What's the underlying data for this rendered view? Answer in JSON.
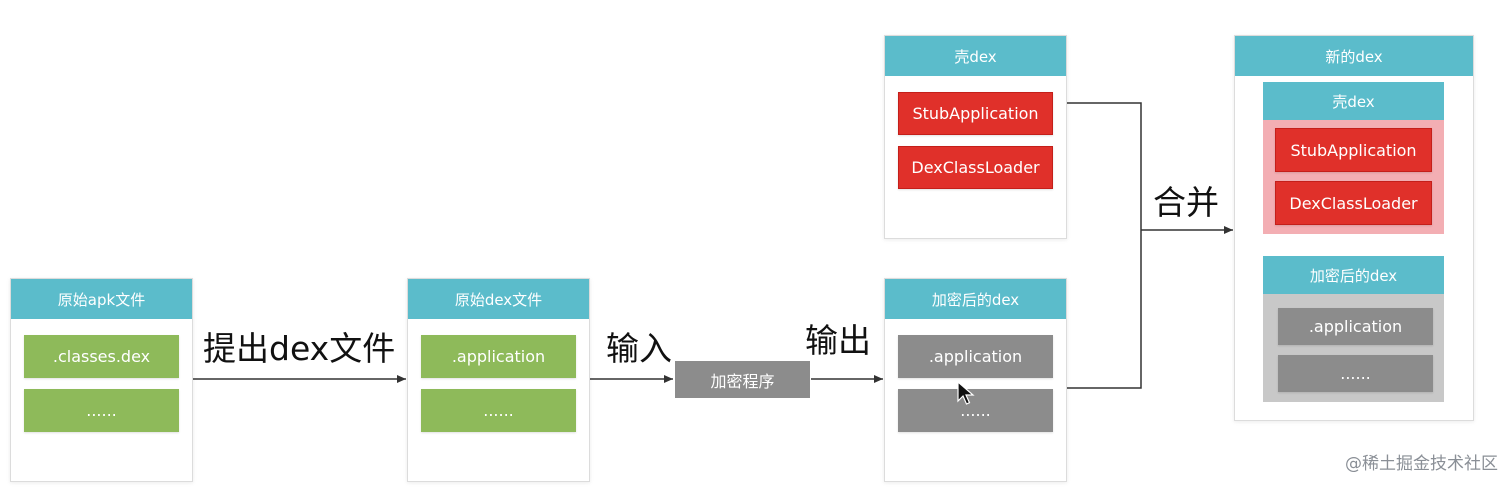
{
  "boxes": {
    "original_apk": {
      "title": "原始apk文件",
      "items": [
        ".classes.dex",
        "......"
      ]
    },
    "original_dex": {
      "title": "原始dex文件",
      "items": [
        ".application",
        "......"
      ]
    },
    "encrypted_dex": {
      "title": "加密后的dex",
      "items": [
        ".application",
        "......"
      ]
    },
    "shell_dex": {
      "title": "壳dex",
      "items": [
        "StubApplication",
        "DexClassLoader"
      ]
    },
    "new_dex": {
      "title": "新的dex",
      "shell": {
        "title": "壳dex",
        "items": [
          "StubApplication",
          "DexClassLoader"
        ]
      },
      "encrypted": {
        "title": "加密后的dex",
        "items": [
          ".application",
          "......"
        ]
      }
    }
  },
  "process": {
    "label": "加密程序"
  },
  "labels": {
    "extract": "提出dex文件",
    "input": "输入",
    "output": "输出",
    "merge": "合并"
  },
  "watermark": "@稀土掘金技术社区",
  "colors": {
    "header": "#5bbccb",
    "green_item": "#8eba5a",
    "red_item": "#e0302a",
    "gray_item": "#8c8c8c",
    "red_panel": "#f3aeb3",
    "gray_panel": "#c8c8c8"
  }
}
